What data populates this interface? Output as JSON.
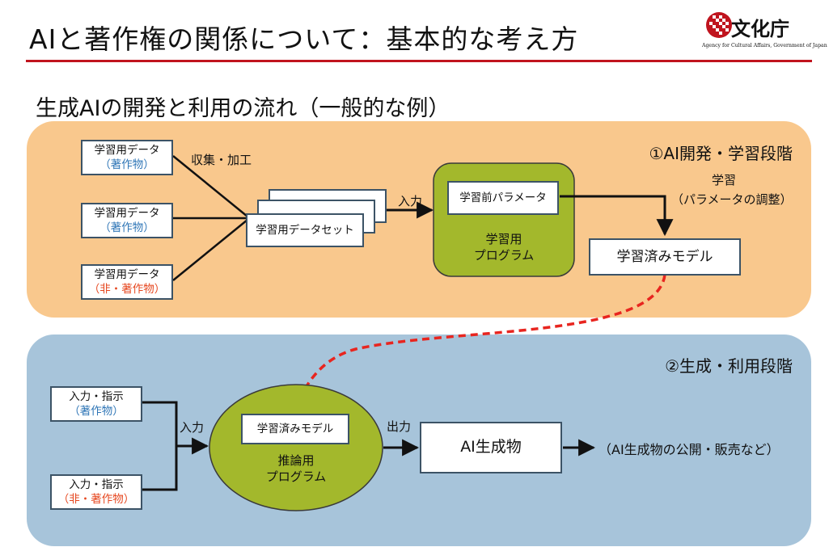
{
  "header": {
    "title": "AIと著作権の関係について：基本的な考え方",
    "logo": {
      "name": "文化庁",
      "english": "Agency for Cultural Affairs, Government of Japan"
    }
  },
  "subtitle": "生成AIの開発と利用の流れ（一般的な例）",
  "stage1": {
    "label": "①AI開発・学習段階",
    "data_boxes": [
      {
        "line1": "学習用データ",
        "line2": "（著作物）"
      },
      {
        "line1": "学習用データ",
        "line2": "（著作物）"
      },
      {
        "line1": "学習用データ",
        "line2": "（非・著作物）"
      }
    ],
    "collect_label": "収集・加工",
    "dataset": "学習用データセット",
    "input_label": "入力",
    "params": "学習前パラメータ",
    "program": "学習用\nプログラム",
    "learn_label_1": "学習",
    "learn_label_2": "（パラメータの調整）",
    "trained_model": "学習済みモデル"
  },
  "stage2": {
    "label": "②生成・利用段階",
    "inputs": [
      {
        "line1": "入力・指示",
        "line2": "（著作物）"
      },
      {
        "line1": "入力・指示",
        "line2": "（非・著作物）"
      }
    ],
    "input_label": "入力",
    "model": "学習済みモデル",
    "program": "推論用\nプログラム",
    "output_label": "出力",
    "product": "AI生成物",
    "result": "（AI生成物の公開・販売など）"
  },
  "colors": {
    "accent_red": "#c0141e",
    "stage1_bg": "#f9c88d",
    "stage2_bg": "#a7c4da",
    "program_green": "#a3b82c",
    "copyrighted_blue": "#2e75b6",
    "non_copyrighted_red": "#e6461e",
    "dashed_arrow": "#e8251f"
  }
}
